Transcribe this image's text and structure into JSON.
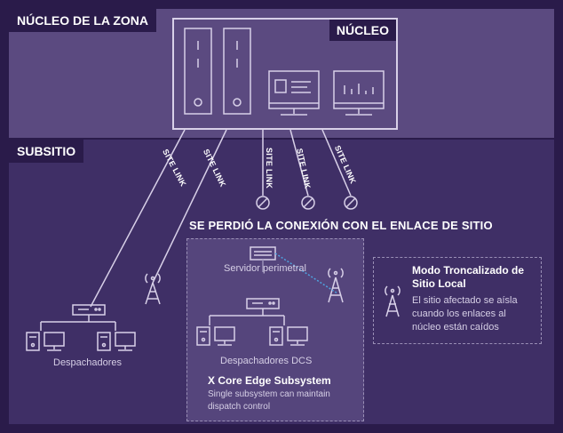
{
  "zone_label": "NÚCLEO DE LA ZONA",
  "core_label": "NÚCLEO",
  "subsite_label": "SUBSITIO",
  "site_link_label": "SITE LINK",
  "lost_connection": "SE PERDIÓ LA CONEXIÓN CON EL ENLACE DE SITIO",
  "edge_server_label": "Servidor perimetral",
  "dcs_dispatchers_label": "Despachadores DCS",
  "dispatchers_label": "Despachadores",
  "dcs_title": "X Core Edge Subsystem",
  "dcs_desc": "Single subsystem can maintain dispatch control",
  "mode_title": "Modo Troncalizado de Sitio Local",
  "mode_desc": "El sitio afectado se aísla cuando los enlaces al núcleo están caídos",
  "colors": {
    "background": "#2a1b4a",
    "zone_band": "#5b4a80",
    "subsite_band": "#3f2f66",
    "line": "#d8d0e8",
    "dotted_link": "#4fa3e0"
  },
  "icons": [
    "server-tower-icon",
    "workstation-icon",
    "chart-monitor-icon",
    "switch-icon",
    "radio-tower-icon",
    "link-broken-icon",
    "desktop-computer-icon"
  ]
}
